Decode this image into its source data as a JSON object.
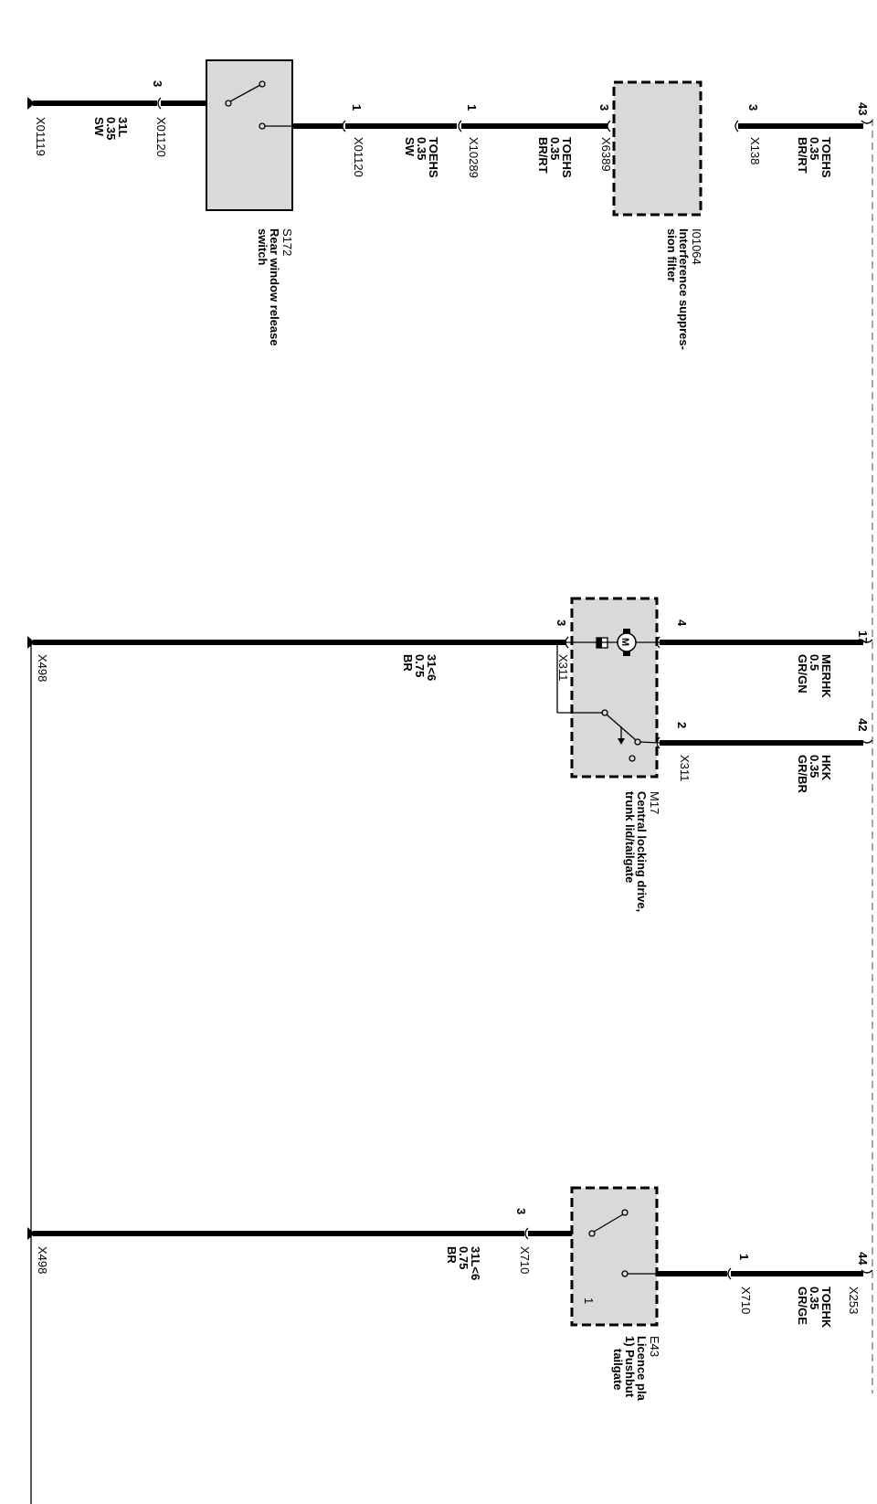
{
  "top_rail": {
    "pins": [
      "43",
      "17",
      "42",
      "44"
    ]
  },
  "row1": {
    "wire_top": [
      "TOEHS",
      "0.35",
      "BR/RT"
    ],
    "connector_top": "X138",
    "pin_top": "3",
    "filter": {
      "id": "I01064",
      "name_line1": "Interference suppres-",
      "name_line2": "sion filter"
    },
    "connector_filter": "X6389",
    "pin_filter": "3",
    "wire_mid": [
      "TOEHS",
      "0.35",
      "BR/RT"
    ],
    "connector_mid": "X10289",
    "pin_mid": "1",
    "wire_sw": [
      "TOEHS",
      "0.35",
      "SW"
    ],
    "connector_sw": "X01120",
    "pin_sw": "1",
    "switch": {
      "id": "S172",
      "name_line1": "Rear window release",
      "name_line2": "switch"
    },
    "connector_gnd": "X01120",
    "pin_gnd": "3",
    "wire_gnd": [
      "31L",
      "0.35",
      "SW"
    ],
    "ground": "X01119"
  },
  "row2": {
    "wire_a": [
      "MERHK",
      "0.5",
      "GR/GN"
    ],
    "pin_a": "4",
    "wire_b": [
      "HKK",
      "0.35",
      "GR/BR"
    ],
    "pin_b": "2",
    "connector_b": "X311",
    "motor_symbol": "M",
    "actuator": {
      "id": "M17",
      "name_line1": "Central locking drive,",
      "name_line2": "trunk lid/tailgate"
    },
    "connector_gnd": "X311",
    "pin_gnd": "3",
    "wire_gnd": [
      "31<6",
      "0.75",
      "BR"
    ],
    "ground": "X498"
  },
  "row3": {
    "connector_top": "X253",
    "wire_top": [
      "TOEHK",
      "0.35",
      "GR/GE"
    ],
    "pin_top": "1",
    "connector_a": "X710",
    "component": {
      "id": "E43",
      "name_line1": "Licence pla",
      "name_line2": "1) Pushbut",
      "name_line3": "tailgate"
    },
    "inner_label": "1",
    "connector_gnd": "X710",
    "pin_gnd": "3",
    "wire_gnd": [
      "31L<6",
      "0.75",
      "BR"
    ],
    "ground": "X498"
  }
}
